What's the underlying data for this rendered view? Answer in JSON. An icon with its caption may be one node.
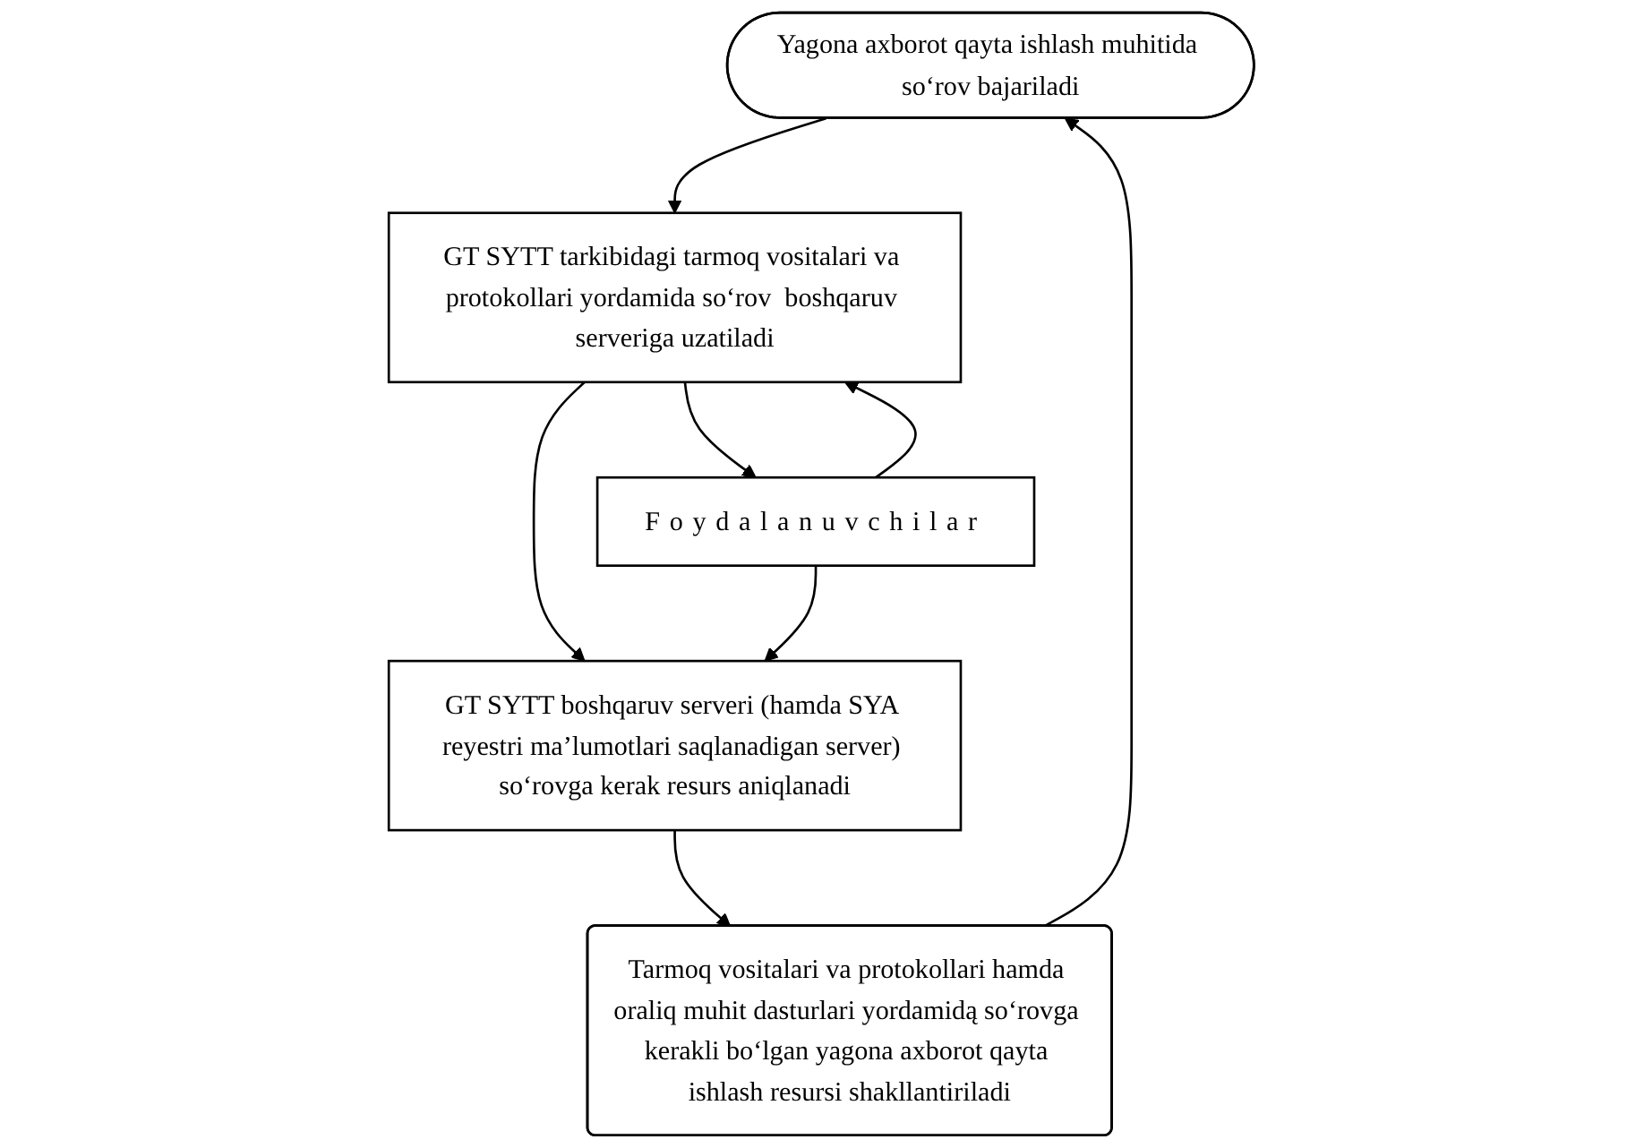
{
  "diagram": {
    "nodes": [
      {
        "text": [
          "Yagona axborot qayta ishlash muhitida so‘rov bajariladi"
        ]
      },
      {
        "text": [
          "Tarmoq vositalari va protokollari hamda oraliq muhit dasturlari yordamidą so‘rovga kerakli bo‘lgan yagona axborot qayta ishlash resursi shakllantiriladi"
        ]
      },
      {
        "text": [
          "GT SYTT tarkibidagi tarmoq vositalari va protokollari yordamida so‘rov  boshqaruv serveriga uzatiladi"
        ]
      },
      {
        "text": [
          "GT SYTT boshqaruv serveri (hamda SYA reyestri ma’lumotlari saqlanadigan server) so‘rovga kerak resurs aniqlanadi"
        ]
      },
      {
        "text": [
          "Foydalanuvchilar"
        ]
      }
    ],
    "edges": [
      {
        "from": 1,
        "to": 0,
        "arrow": "to"
      },
      {
        "from": 3,
        "to": 1,
        "arrow": "to"
      },
      {
        "from": 0,
        "to": 2,
        "arrow": "to"
      },
      {
        "from": 4,
        "to": 2,
        "arrow": "to"
      },
      {
        "from": 2,
        "to": 3,
        "arrow": "to"
      },
      {
        "from": 2,
        "to": 4,
        "arrow": "to"
      },
      {
        "from": 4,
        "to": 3,
        "arrow": "to"
      }
    ]
  }
}
